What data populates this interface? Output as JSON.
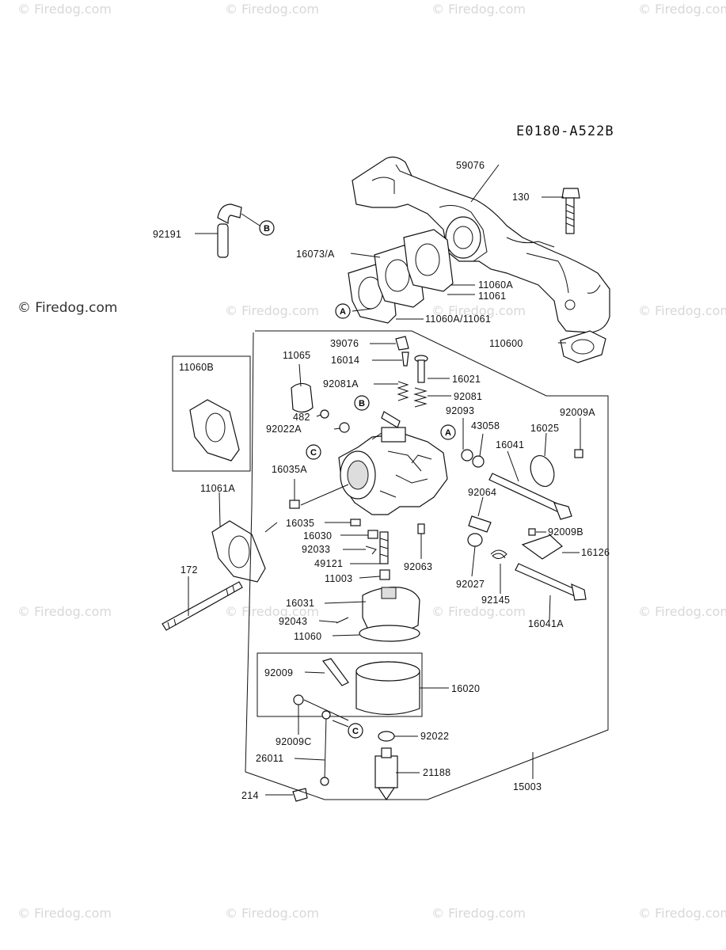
{
  "diagram": {
    "code": "E0180-A522B",
    "watermark": "© Firedog.com",
    "watermark_main": "© Firedog.com",
    "callouts": [
      "A",
      "B",
      "C"
    ],
    "part_labels": {
      "p59076": "59076",
      "p130": "130",
      "p92191": "92191",
      "p16073A": "16073/A",
      "p11060A": "11060A",
      "p11061": "11061",
      "p11060A_11061": "11060A/11061",
      "p110600": "110600",
      "p39076": "39076",
      "p11065": "11065",
      "p16014": "16014",
      "p16021": "16021",
      "p11060B": "11060B",
      "p92081A": "92081A",
      "p92081": "92081",
      "p482": "482",
      "p92093": "92093",
      "p92009A": "92009A",
      "p92022A": "92022A",
      "p43058": "43058",
      "p16025": "16025",
      "p16041": "16041",
      "p16035A": "16035A",
      "p11061A": "11061A",
      "p92064": "92064",
      "p16035": "16035",
      "p92009B": "92009B",
      "p16030": "16030",
      "p16126": "16126",
      "p92033": "92033",
      "p49121": "49121",
      "p92063": "92063",
      "p172": "172",
      "p11003": "11003",
      "p92027": "92027",
      "p92145": "92145",
      "p16031": "16031",
      "p92043": "92043",
      "p16041A": "16041A",
      "p11060": "11060",
      "p92009": "92009",
      "p16020": "16020",
      "p92009C": "92009C",
      "p92022": "92022",
      "p26011": "26011",
      "p21188": "21188",
      "p15003": "15003",
      "p214": "214"
    }
  }
}
